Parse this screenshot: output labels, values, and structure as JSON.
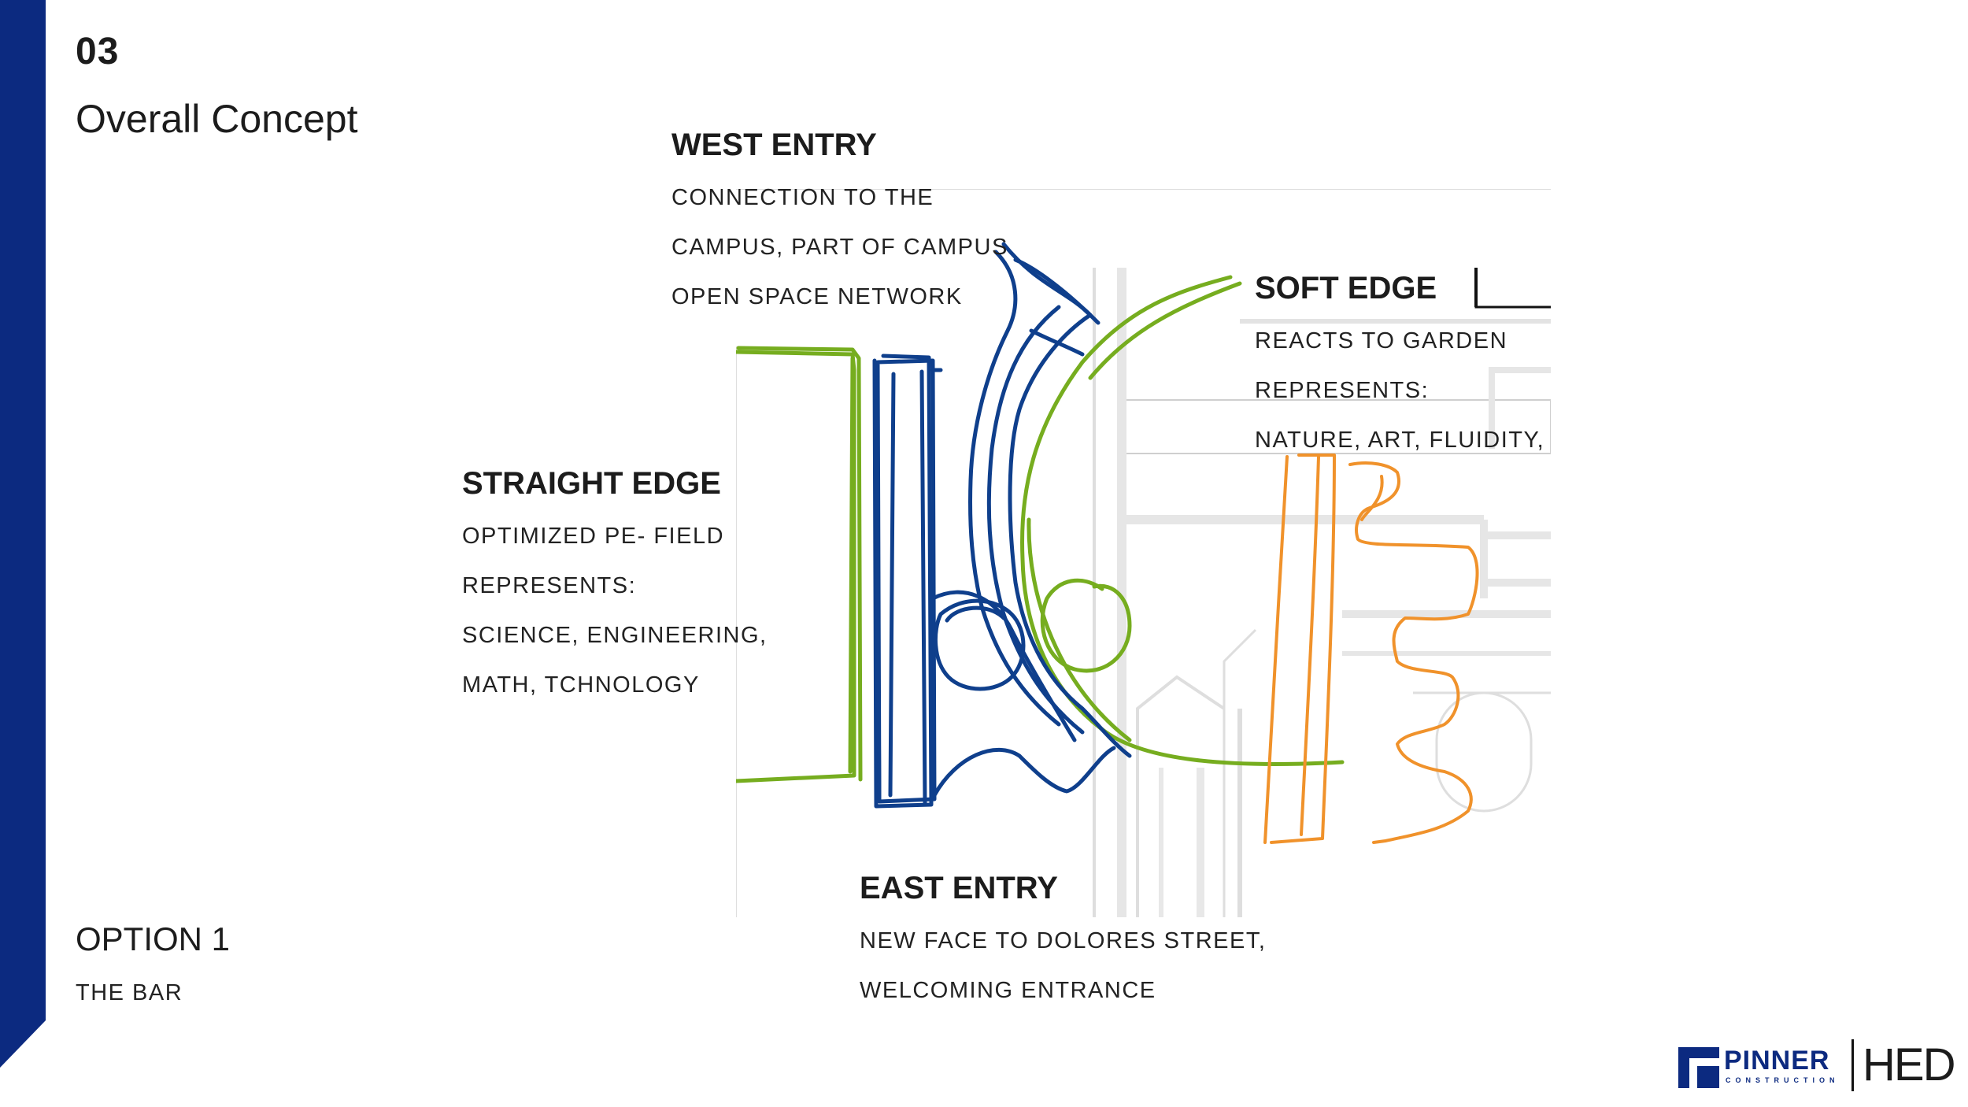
{
  "slide": {
    "number": "03",
    "title": "Overall Concept"
  },
  "west_entry": {
    "heading": "WEST ENTRY",
    "lines": [
      "CONNECTION TO THE",
      "CAMPUS, PART OF CAMPUS",
      "OPEN SPACE NETWORK"
    ]
  },
  "soft_edge": {
    "heading": "SOFT EDGE",
    "lines": [
      "REACTS TO GARDEN",
      "REPRESENTS:",
      "NATURE, ART, FLUIDITY,"
    ]
  },
  "straight_edge": {
    "heading": "STRAIGHT EDGE",
    "lines": [
      "OPTIMIZED PE- FIELD",
      "REPRESENTS:",
      "SCIENCE, ENGINEERING,",
      "MATH, TCHNOLOGY"
    ]
  },
  "east_entry": {
    "heading": "EAST ENTRY",
    "lines": [
      "NEW FACE TO DOLORES STREET,",
      "WELCOMING ENTRANCE"
    ]
  },
  "option": {
    "heading": "OPTION 1",
    "subtitle": "THE BAR"
  },
  "logos": {
    "pinner": "PINNER",
    "pinner_sub": "CONSTRUCTION",
    "hed": "HED"
  },
  "colors": {
    "brand_blue": "#0c2a80",
    "sketch_blue": "#0f3f8c",
    "sketch_green": "#76ad1f",
    "sketch_orange": "#f0922b",
    "plan_gray": "#d9d9d9",
    "text": "#1c1c1c"
  }
}
